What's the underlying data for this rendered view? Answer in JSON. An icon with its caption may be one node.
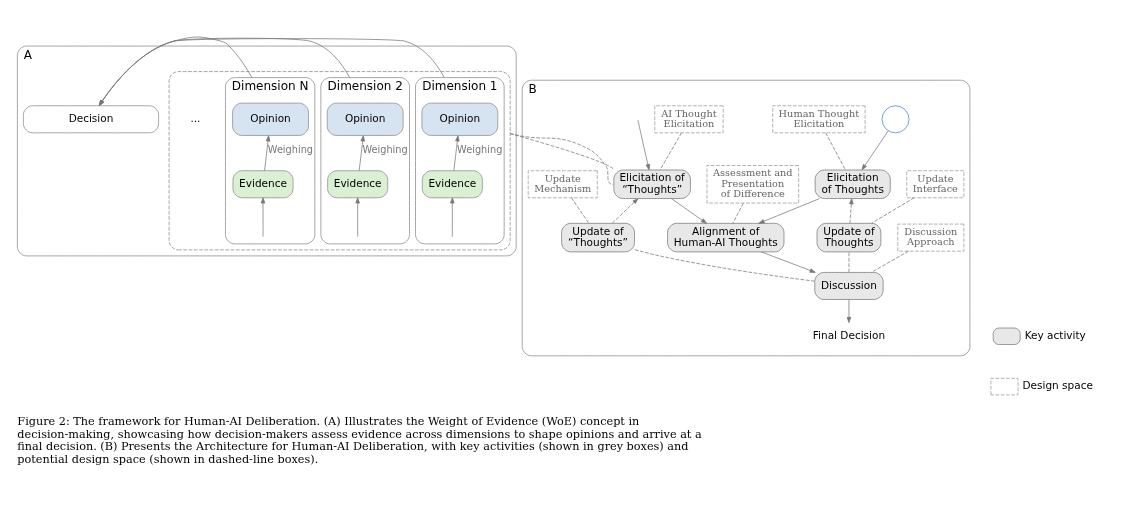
{
  "diagram": {
    "caption": "Figure 2: The framework for Human-AI Deliberation. (A) Illustrates the Weight of Evidence (WoE) concept in decision-making, showcasing how decision-makers assess evidence across dimensions to shape opinions and arrive at a final decision. (B) Presents the Architecture for Human-AI Deliberation, with key activities (shown in grey boxes) and potential design space (shown in dashed-line boxes).",
    "nodes": [
      {
        "text": [
          "A"
        ]
      },
      {
        "text": [
          "Decision"
        ],
        "in": 0
      },
      {
        "text": [],
        "shape": "box",
        "in": 0
      },
      {
        "text": [
          "Dimension 1"
        ],
        "in": 2
      },
      {
        "text": [
          "Opinion"
        ],
        "in": 3
      },
      {
        "text": [
          "Evidence"
        ],
        "in": 3
      },
      {
        "text": [
          "Dimension 2"
        ],
        "in": 2
      },
      {
        "text": [
          "Opinion"
        ],
        "in": 6
      },
      {
        "text": [
          "Evidence"
        ],
        "in": 6
      },
      {
        "text": [
          "Dimension N"
        ],
        "in": 2
      },
      {
        "text": [
          "Opinion"
        ],
        "in": 9
      },
      {
        "text": [
          "Evidence"
        ],
        "in": 9
      },
      {
        "text": [
          "B"
        ]
      },
      {
        "text": [
          "Elicitation of “Thoughts”"
        ],
        "in": 12
      },
      {
        "text": [
          "AI Thought Elicitation"
        ],
        "in": 12
      },
      {
        "text": [],
        "shape": "person",
        "in": 12
      },
      {
        "text": [
          "Human Thought Elicitation"
        ],
        "in": 12
      },
      {
        "text": [
          "Elicitation of Thoughts"
        ],
        "in": 12
      },
      {
        "text": [
          "Update of “Thoughts”"
        ],
        "in": 12
      },
      {
        "text": [
          "Update Mechanism"
        ],
        "in": 12
      },
      {
        "text": [
          "Alignment of Human-AI Thoughts"
        ],
        "in": 12
      },
      {
        "text": [
          "Update of Thoughts"
        ],
        "in": 12
      },
      {
        "text": [
          "Update Interface"
        ],
        "in": 12
      },
      {
        "text": [
          "Assessment and Presentation of Difference"
        ],
        "in": 12
      },
      {
        "text": [
          "Discussion"
        ],
        "in": 12
      },
      {
        "text": [
          "Discussion Approach"
        ],
        "in": 12
      },
      {
        "text": [
          "Final Decision"
        ],
        "in": 12
      }
    ],
    "edges": [
      {
        "from": 3,
        "to": 1,
        "arrow": "to"
      },
      {
        "from": 6,
        "to": 1,
        "arrow": "to"
      },
      {
        "from": 9,
        "to": 1,
        "arrow": "to"
      },
      {
        "from": 5,
        "to": 4,
        "arrow": "to",
        "label": "Weighing"
      },
      {
        "from": 8,
        "to": 7,
        "arrow": "to",
        "label": "Weighing"
      },
      {
        "from": 11,
        "to": 10,
        "arrow": "to",
        "label": "Weighing"
      },
      {
        "from": 3,
        "to": 5,
        "arrow": "to"
      },
      {
        "from": 6,
        "to": 8,
        "arrow": "to"
      },
      {
        "from": 9,
        "to": 11,
        "arrow": "to"
      },
      {
        "from": 2,
        "to": 13,
        "arrow": "none",
        "style": "dashed"
      },
      {
        "from": 2,
        "to": 13,
        "arrow": "none",
        "style": "dashed"
      },
      {
        "from": null,
        "to": 13,
        "arrow": "to"
      },
      {
        "from": 14,
        "to": 13,
        "arrow": "none",
        "style": "dashed"
      },
      {
        "from": 15,
        "to": 17,
        "arrow": "to"
      },
      {
        "from": 16,
        "to": 17,
        "arrow": "none",
        "style": "dashed"
      },
      {
        "from": 13,
        "to": 20,
        "arrow": "to"
      },
      {
        "from": 17,
        "to": 20,
        "arrow": "to"
      },
      {
        "from": 18,
        "to": 13,
        "arrow": "to",
        "style": "dashed"
      },
      {
        "from": 21,
        "to": 17,
        "arrow": "to",
        "style": "dashed"
      },
      {
        "from": 24,
        "to": 18,
        "arrow": "none",
        "style": "dashed"
      },
      {
        "from": 24,
        "to": 21,
        "arrow": "none",
        "style": "dashed"
      },
      {
        "from": 19,
        "to": 18,
        "arrow": "none",
        "style": "dashed"
      },
      {
        "from": 22,
        "to": 21,
        "arrow": "none",
        "style": "dashed"
      },
      {
        "from": 20,
        "to": 24,
        "arrow": "to"
      },
      {
        "from": 23,
        "to": 20,
        "arrow": "none",
        "style": "dashed"
      },
      {
        "from": 25,
        "to": 24,
        "arrow": "none",
        "style": "dashed"
      },
      {
        "from": 24,
        "to": 26,
        "arrow": "to"
      }
    ],
    "labels": [
      "..."
    ],
    "legend": [
      {
        "text": "Key activity",
        "color": "#e8e8e8"
      },
      {
        "text": "Design space"
      }
    ]
  }
}
